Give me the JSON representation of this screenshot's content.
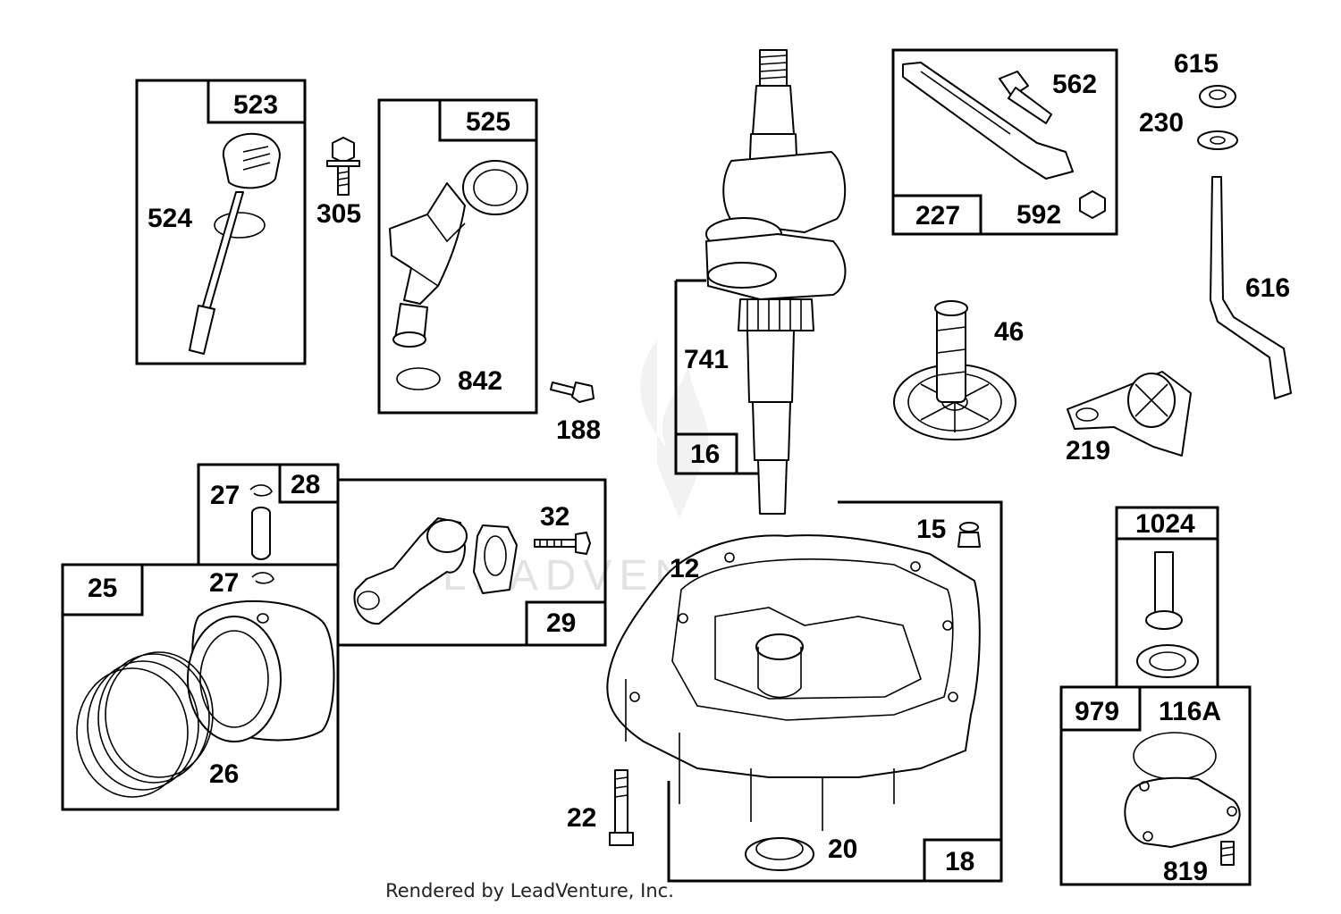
{
  "diagram": {
    "watermark": "LEADVENTURE",
    "footer": "Rendered by LeadVenture, Inc.",
    "part_numbers": {
      "p523": "523",
      "p524": "524",
      "p305": "305",
      "p525": "525",
      "p842": "842",
      "p188": "188",
      "p741": "741",
      "p16": "16",
      "p562": "562",
      "p227": "227",
      "p592": "592",
      "p615": "615",
      "p230": "230",
      "p616": "616",
      "p46": "46",
      "p219": "219",
      "p27a": "27",
      "p28": "28",
      "p27b": "27",
      "p25": "25",
      "p26": "26",
      "p32": "32",
      "p29": "29",
      "p12": "12",
      "p15": "15",
      "p22": "22",
      "p20": "20",
      "p18": "18",
      "p1024": "1024",
      "p979": "979",
      "p116A": "116A",
      "p819": "819"
    }
  }
}
